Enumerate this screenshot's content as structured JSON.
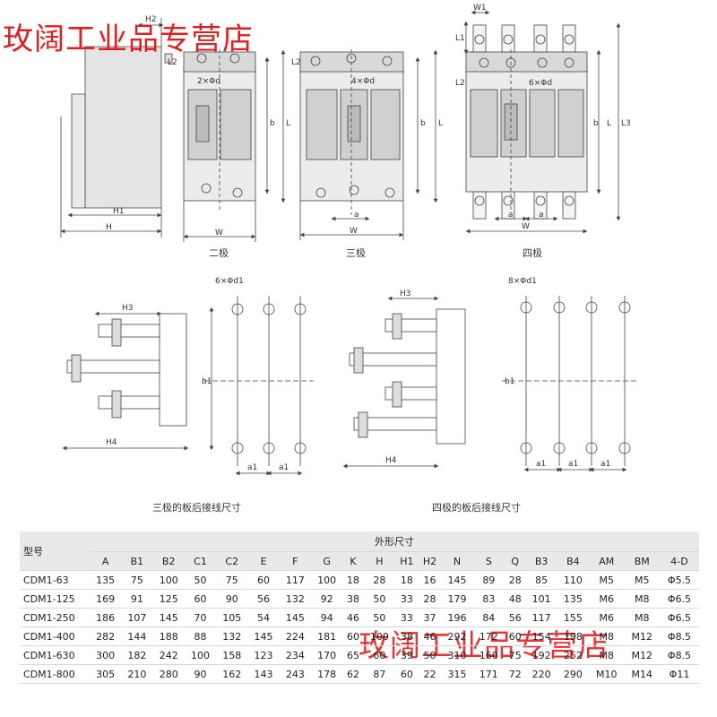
{
  "watermark": "玫阔工业品专营店",
  "views": {
    "two_pole": "二极",
    "three_pole": "三极",
    "four_pole": "四极",
    "rear_three": "三极的板后接线尺寸",
    "rear_four": "四极的板后接线尺寸"
  },
  "dims": {
    "H": "H",
    "H1": "H1",
    "H2": "H2",
    "H3": "H3",
    "H4": "H4",
    "W": "W",
    "W1": "W1",
    "L": "L",
    "L1": "L1",
    "L2": "L2",
    "L3": "L3",
    "a": "a",
    "a1": "a1",
    "b": "b",
    "b1": "b1",
    "holes2": "2×Φd",
    "holes4": "4×Φd",
    "holes6": "6×Φd",
    "holes6d1": "6×Φd1",
    "holes8d1": "8×Φd1"
  },
  "table": {
    "model_header": "型号",
    "group_header": "外形尺寸",
    "columns": [
      "A",
      "B1",
      "B2",
      "C1",
      "C2",
      "E",
      "F",
      "G",
      "K",
      "H",
      "H1",
      "H2",
      "N",
      "S",
      "Q",
      "B3",
      "B4",
      "AM",
      "BM",
      "4-D"
    ],
    "rows": [
      {
        "model": "CDM1-63",
        "values": [
          "135",
          "75",
          "100",
          "50",
          "75",
          "60",
          "117",
          "100",
          "18",
          "28",
          "18",
          "16",
          "145",
          "89",
          "28",
          "85",
          "110",
          "M5",
          "M5",
          "Φ5.5"
        ]
      },
      {
        "model": "CDM1-125",
        "values": [
          "169",
          "91",
          "125",
          "60",
          "90",
          "56",
          "132",
          "92",
          "38",
          "50",
          "33",
          "28",
          "179",
          "83",
          "48",
          "101",
          "135",
          "M6",
          "M8",
          "Φ6.5"
        ]
      },
      {
        "model": "CDM1-250",
        "values": [
          "186",
          "107",
          "145",
          "70",
          "105",
          "54",
          "145",
          "94",
          "46",
          "50",
          "33",
          "37",
          "196",
          "84",
          "56",
          "117",
          "155",
          "M6",
          "M8",
          "Φ6.5"
        ]
      },
      {
        "model": "CDM1-400",
        "values": [
          "282",
          "144",
          "188",
          "88",
          "132",
          "145",
          "224",
          "181",
          "60",
          "100",
          "38",
          "46",
          "292",
          "172",
          "60",
          "154",
          "198",
          "M8",
          "M12",
          "Φ8.5"
        ]
      },
      {
        "model": "CDM1-630",
        "values": [
          "300",
          "182",
          "242",
          "100",
          "158",
          "123",
          "234",
          "170",
          "65",
          "60",
          "39",
          "50",
          "310",
          "160",
          "75",
          "192",
          "252",
          "M8",
          "M12",
          "Φ8.5"
        ]
      },
      {
        "model": "CDM1-800",
        "values": [
          "305",
          "210",
          "280",
          "90",
          "162",
          "143",
          "243",
          "178",
          "62",
          "87",
          "60",
          "22",
          "315",
          "171",
          "72",
          "220",
          "290",
          "M10",
          "M14",
          "Φ11"
        ]
      }
    ]
  }
}
